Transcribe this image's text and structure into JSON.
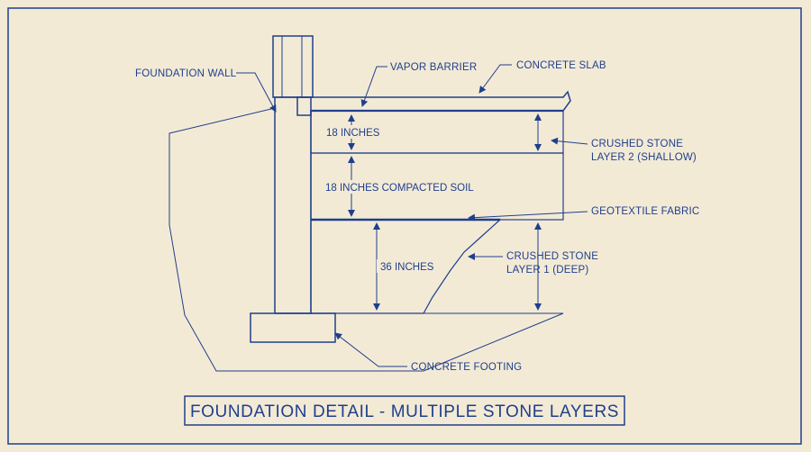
{
  "labels": {
    "foundation_wall": "FOUNDATION WALL",
    "vapor_barrier": "VAPOR BARRIER",
    "concrete_slab": "CONCRETE SLAB",
    "crushed_stone_2_line1": "CRUSHED STONE",
    "crushed_stone_2_line2": "LAYER 2 (SHALLOW)",
    "geotextile_fabric": "GEOTEXTILE FABRIC",
    "crushed_stone_1_line1": "CRUSHED STONE",
    "crushed_stone_1_line2": "LAYER 1 (DEEP)",
    "concrete_footing": "CONCRETE FOOTING"
  },
  "dimensions": {
    "shallow_stone": "18 INCHES",
    "compacted_soil": "18 INCHES COMPACTED SOIL",
    "deep_stone": "36 INCHES"
  },
  "title": "FOUNDATION DETAIL -  MULTIPLE STONE LAYERS",
  "colors": {
    "paper": "#f3ead6",
    "ink": "#1f3f8c"
  }
}
